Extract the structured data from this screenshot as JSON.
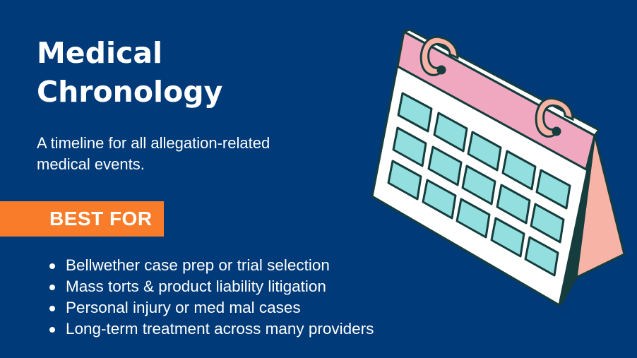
{
  "header": {
    "title_line1": "Medical",
    "title_line2": "Chronology",
    "subtitle": "A timeline for all allegation-related medical events."
  },
  "banner": {
    "label": "BEST FOR"
  },
  "best_for": {
    "items": [
      "Bellwether case prep or trial selection",
      "Mass torts & product liability litigation",
      "Personal injury or med mal cases",
      "Long-term treatment across many providers"
    ]
  },
  "illustration": {
    "icon": "desk-calendar-icon",
    "grid_rows": 3,
    "grid_cols": 5
  },
  "colors": {
    "background": "#003a78",
    "banner": "#f87c29",
    "text": "#ffffff",
    "calendar_header": "#f0a8c0",
    "calendar_rings": "#f7b3a6",
    "calendar_cells": "#93dede",
    "calendar_outline": "#163d3d",
    "calendar_stand": "#f7b3a6"
  }
}
